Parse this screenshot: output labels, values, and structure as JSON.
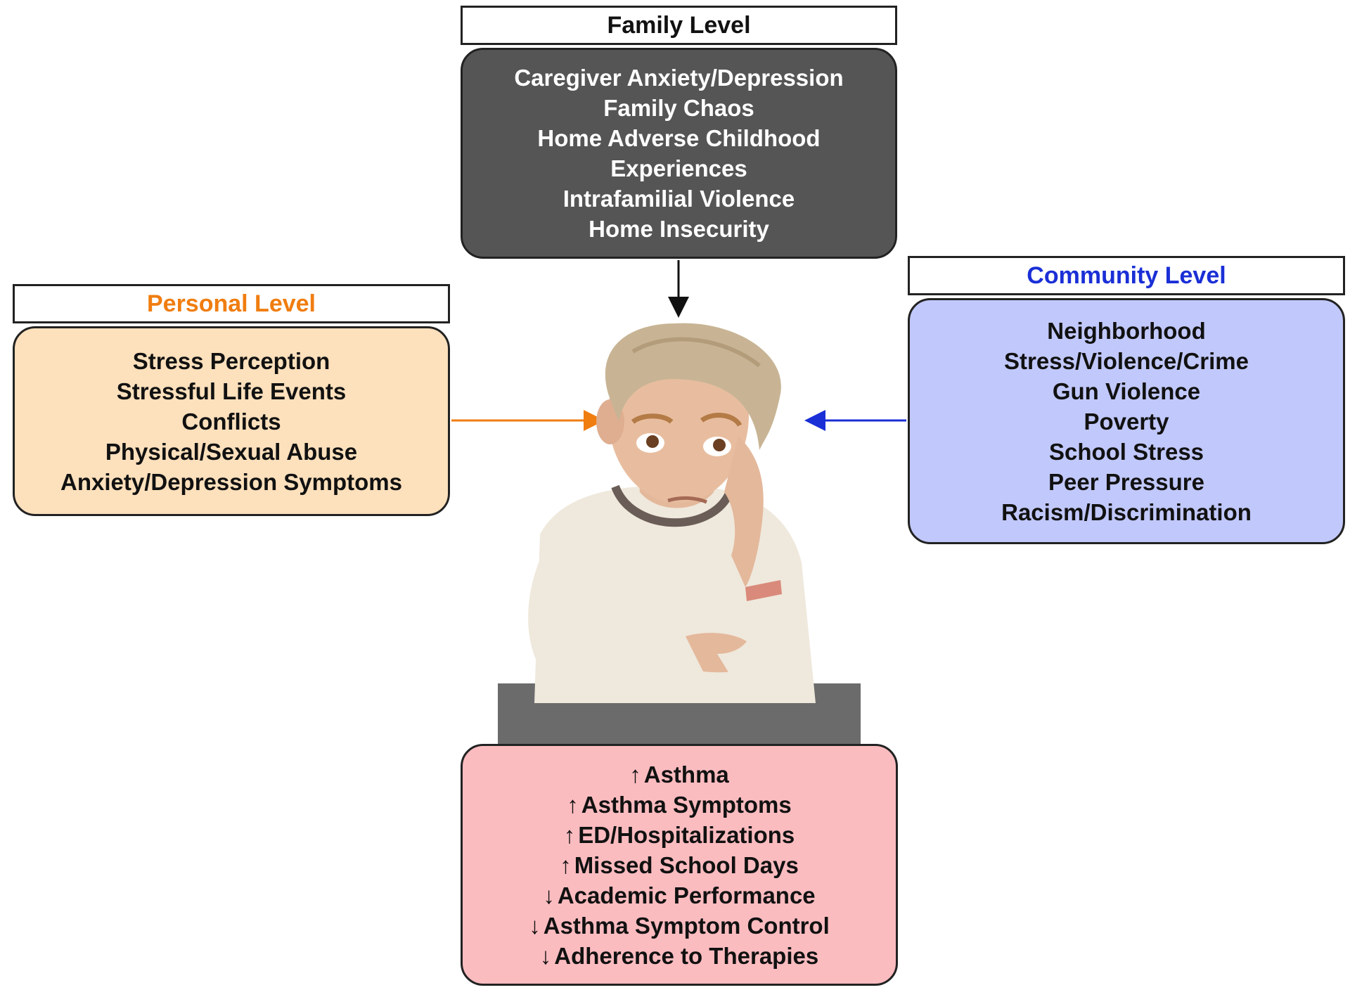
{
  "family": {
    "title": "Family Level",
    "items": [
      "Caregiver Anxiety/Depression",
      "Family Chaos",
      "Home Adverse Childhood",
      "Experiences",
      "Intrafamilial Violence",
      "Home Insecurity"
    ],
    "color": "#555555"
  },
  "personal": {
    "title": "Personal Level",
    "items": [
      "Stress Perception",
      "Stressful Life Events",
      "Conflicts",
      "Physical/Sexual Abuse",
      "Anxiety/Depression Symptoms"
    ],
    "title_color": "#f07d10",
    "color": "#fde0bc"
  },
  "community": {
    "title": "Community Level",
    "items": [
      "Neighborhood",
      "Stress/Violence/Crime",
      "Gun Violence",
      "Poverty",
      "School Stress",
      "Peer Pressure",
      "Racism/Discrimination"
    ],
    "title_color": "#1a2fd6",
    "color": "#c1c8fb"
  },
  "outcomes": {
    "color": "#fbbcc0",
    "items": [
      {
        "dir": "↑",
        "label": "Asthma"
      },
      {
        "dir": "↑",
        "label": "Asthma Symptoms"
      },
      {
        "dir": "↑",
        "label": "ED/Hospitalizations"
      },
      {
        "dir": "↑",
        "label": "Missed School Days"
      },
      {
        "dir": "↓",
        "label": "Academic Performance"
      },
      {
        "dir": "↓",
        "label": "Asthma Symptom Control"
      },
      {
        "dir": "↓",
        "label": "Adherence to Therapies"
      }
    ]
  }
}
